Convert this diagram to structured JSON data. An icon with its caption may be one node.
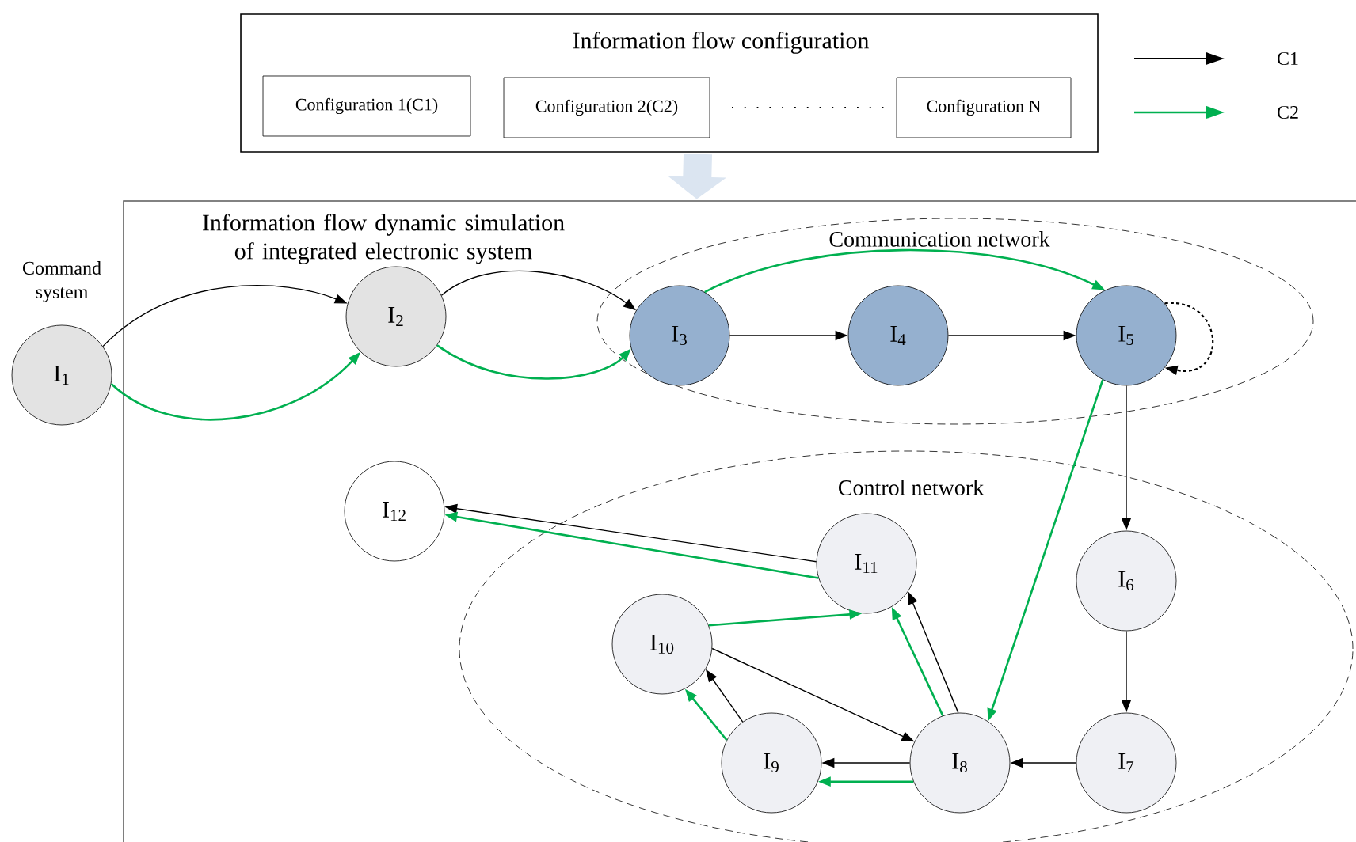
{
  "diagram": {
    "nodes": [
      {
        "text": [
          "Information flow configuration"
        ]
      },
      {
        "text": [
          "Configuration 1(C1)"
        ],
        "in": 0
      },
      {
        "text": [
          "Configuration 2(C2)"
        ],
        "in": 0
      },
      {
        "text": [
          "Configuration N"
        ],
        "in": 0
      },
      {
        "text": [
          "Information flow dynamic simulation of integrated electronic system"
        ]
      },
      {
        "text": [
          "Communication network"
        ],
        "in": 4
      },
      {
        "text": [
          "Control network"
        ],
        "in": 4
      },
      {
        "text": [
          "I$_{1}$"
        ],
        "beside": [
          "Command system"
        ]
      },
      {
        "text": [
          "I$_{2}$"
        ],
        "in": 4
      },
      {
        "text": [
          "I$_{3}$"
        ],
        "in": 5
      },
      {
        "text": [
          "I$_{4}$"
        ],
        "in": 5
      },
      {
        "text": [
          "I$_{5}$"
        ],
        "in": 5
      },
      {
        "text": [
          "I$_{6}$"
        ],
        "in": 6
      },
      {
        "text": [
          "I$_{7}$"
        ],
        "in": 6
      },
      {
        "text": [
          "I$_{8}$"
        ],
        "in": 6
      },
      {
        "text": [
          "I$_{9}$"
        ],
        "in": 6
      },
      {
        "text": [
          "I$_{10}$"
        ],
        "in": 6
      },
      {
        "text": [
          "I$_{11}$"
        ],
        "in": 6
      },
      {
        "text": [
          "I$_{12}$"
        ],
        "in": 4
      }
    ],
    "edges": [
      {
        "from": 0,
        "to": 4,
        "arrow": "to",
        "style": "thick",
        "color": "#dbe5f1"
      },
      {
        "from": 7,
        "to": 8,
        "arrow": "to"
      },
      {
        "from": 7,
        "to": 8,
        "arrow": "to",
        "color": "#00b050"
      },
      {
        "from": 8,
        "to": 9,
        "arrow": "to"
      },
      {
        "from": 8,
        "to": 9,
        "arrow": "to",
        "color": "#00b050"
      },
      {
        "from": 9,
        "to": 10,
        "arrow": "to"
      },
      {
        "from": 10,
        "to": 11,
        "arrow": "to"
      },
      {
        "from": 9,
        "to": 11,
        "arrow": "to",
        "color": "#00b050"
      },
      {
        "from": 11,
        "to": 11,
        "arrow": "to",
        "style": "dashed"
      },
      {
        "from": 11,
        "to": 12,
        "arrow": "to"
      },
      {
        "from": 11,
        "to": 14,
        "arrow": "to",
        "color": "#00b050"
      },
      {
        "from": 12,
        "to": 13,
        "arrow": "to"
      },
      {
        "from": 13,
        "to": 14,
        "arrow": "to"
      },
      {
        "from": 14,
        "to": 15,
        "arrow": "to"
      },
      {
        "from": 14,
        "to": 15,
        "arrow": "to",
        "color": "#00b050"
      },
      {
        "from": 14,
        "to": 17,
        "arrow": "to"
      },
      {
        "from": 14,
        "to": 17,
        "arrow": "to",
        "color": "#00b050"
      },
      {
        "from": 16,
        "to": 14,
        "arrow": "to"
      },
      {
        "from": 16,
        "to": 17,
        "arrow": "to",
        "color": "#00b050"
      },
      {
        "from": 15,
        "to": 16,
        "arrow": "to"
      },
      {
        "from": 15,
        "to": 16,
        "arrow": "to",
        "color": "#00b050"
      },
      {
        "from": 17,
        "to": 18,
        "arrow": "to"
      },
      {
        "from": 17,
        "to": 18,
        "arrow": "to",
        "color": "#00b050"
      }
    ],
    "legend": [
      {
        "text": "C1"
      },
      {
        "text": "C2"
      }
    ]
  }
}
